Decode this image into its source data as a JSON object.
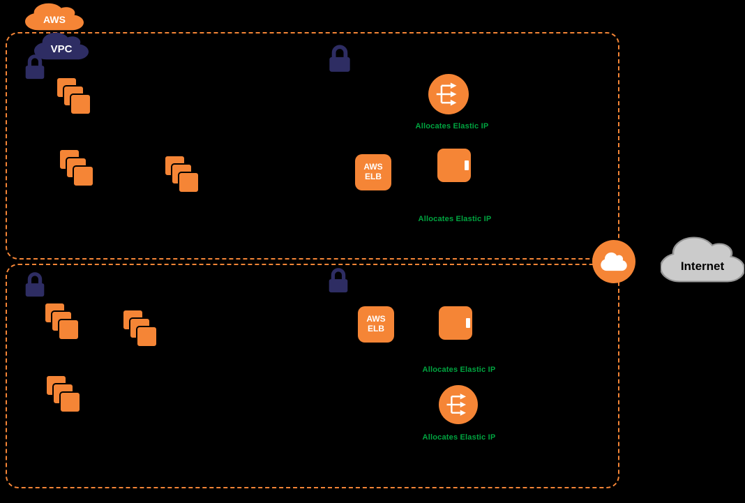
{
  "colors": {
    "background": "#000000",
    "orange": "#F58536",
    "navy": "#2E2D63",
    "green": "#00A540",
    "cloud_gray": "#CBCBCB",
    "cloud_gray_outline": "#969696",
    "white": "#FFFFFF"
  },
  "aws": {
    "label": "AWS"
  },
  "vpc": {
    "label": "VPC"
  },
  "elb": {
    "line1": "AWS",
    "line2": "ELB"
  },
  "annotations": {
    "allocates_elastic_ip": "Allocates Elastic IP"
  },
  "internet": {
    "label": "Internet"
  },
  "icons": {
    "padlock": "padlock-icon",
    "instance_stack": "instance-stack-icon",
    "instance": "instance-icon",
    "elb_box": "elb-box-icon",
    "load_balancer": "load-balancer-icon",
    "internet_gateway": "internet-gateway-icon",
    "aws_cloud": "aws-cloud-icon",
    "vpc_cloud": "vpc-cloud-icon",
    "internet_cloud": "internet-cloud-icon"
  }
}
